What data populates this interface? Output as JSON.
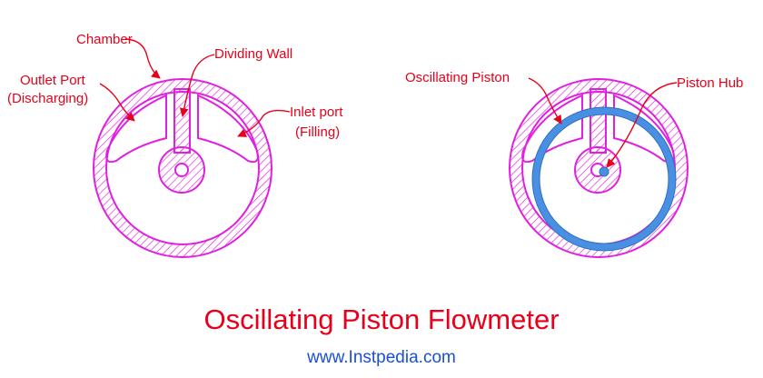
{
  "colors": {
    "outline": "#e020e0",
    "label": "#e8001a",
    "piston": "#4a90e2",
    "url": "#1a4fd6"
  },
  "left_diagram": {
    "labels": {
      "chamber": "Chamber",
      "dividing_wall": "Dividing Wall",
      "outlet_line1": "Outlet Port",
      "outlet_line2": "(Discharging)",
      "inlet_line1": "Inlet port",
      "inlet_line2": "(Filling)"
    }
  },
  "right_diagram": {
    "labels": {
      "oscillating_piston": "Oscillating Piston",
      "piston_hub": "Piston Hub"
    }
  },
  "title": "Oscillating Piston Flowmeter",
  "website": "www.Instpedia.com"
}
